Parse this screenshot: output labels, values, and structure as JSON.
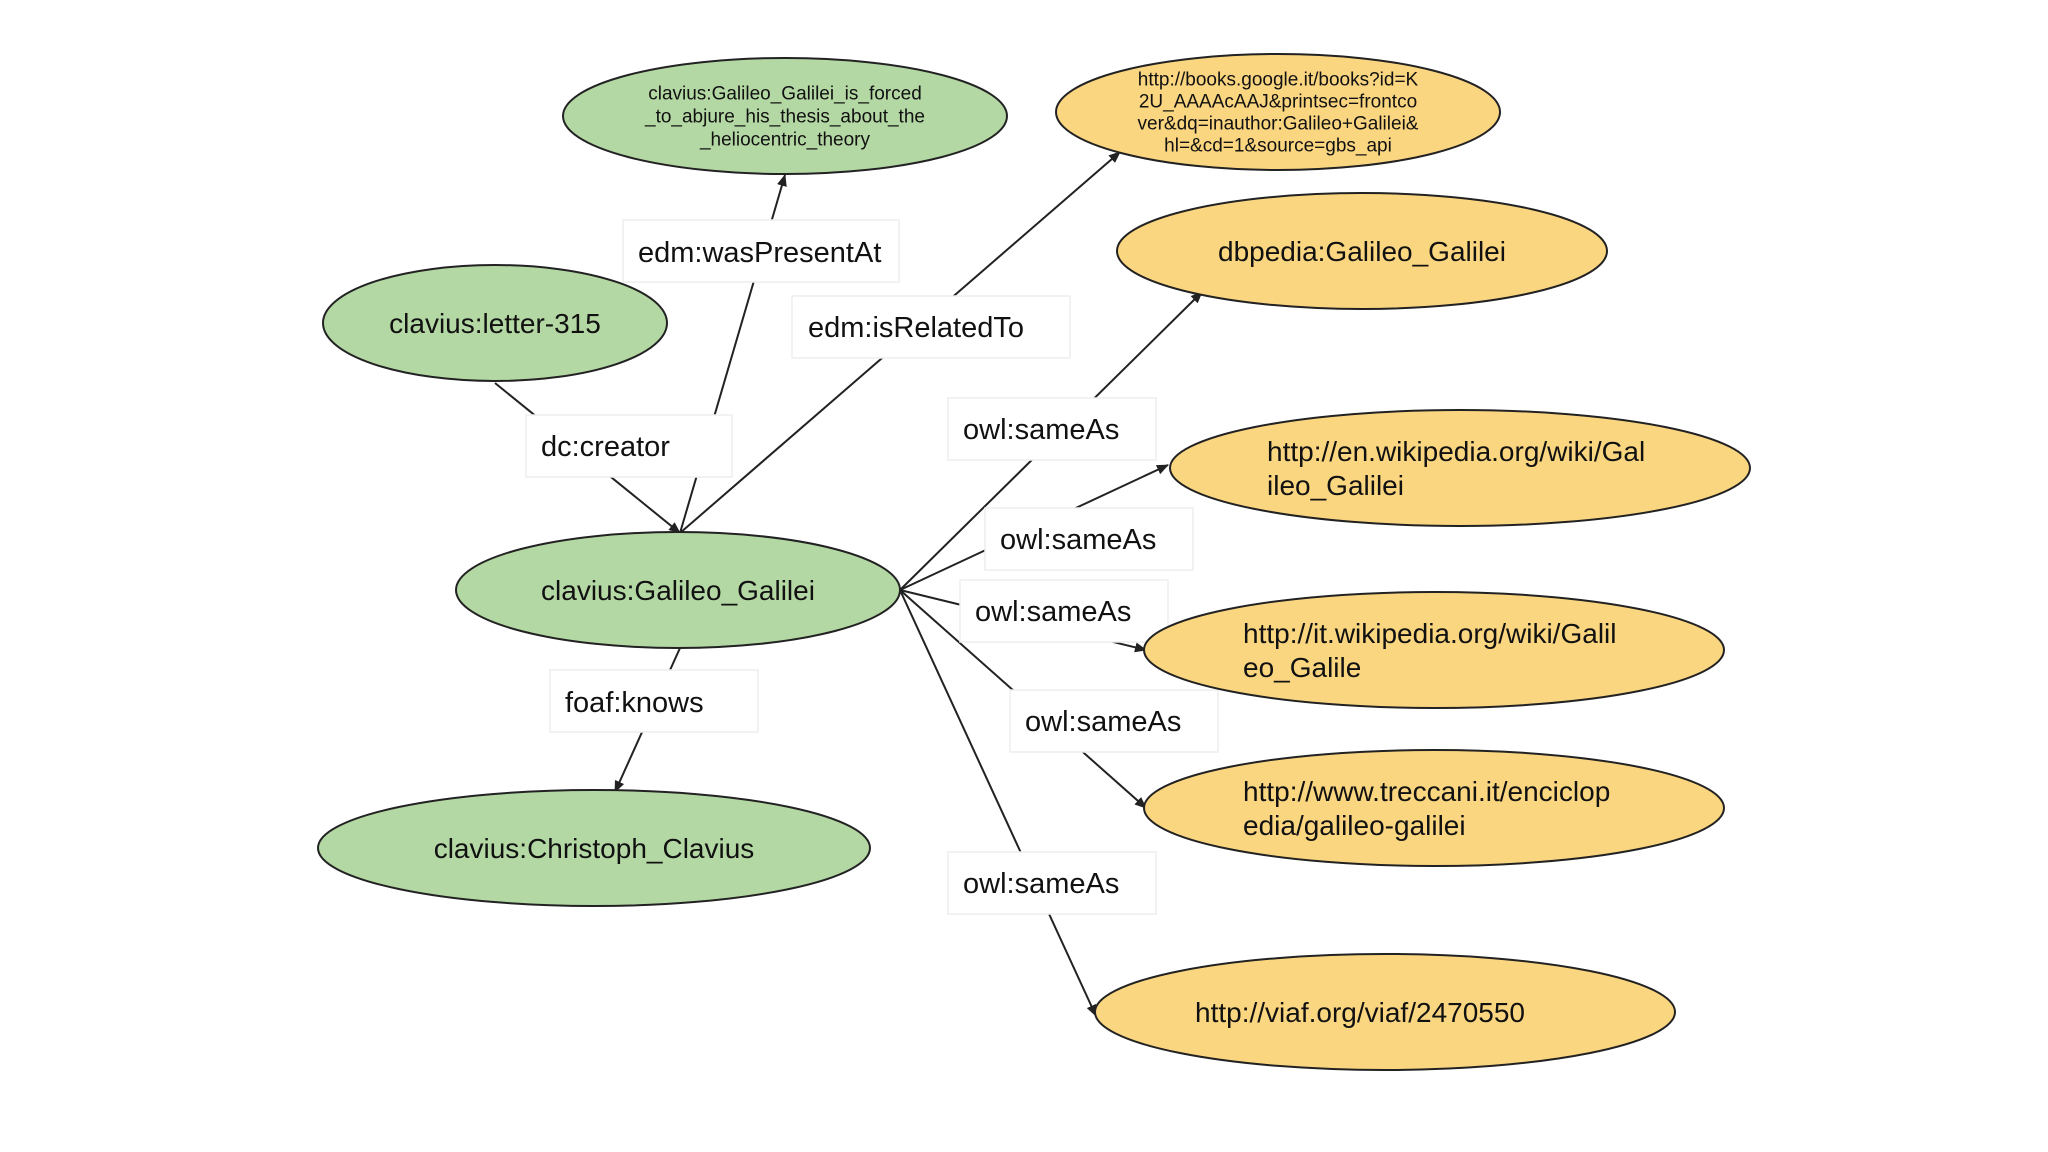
{
  "colors": {
    "local_node_fill": "#b4d8a4",
    "external_node_fill": "#fbd681",
    "node_stroke": "#222222",
    "edge": "#222222"
  },
  "nodes": {
    "abjure": {
      "lines": [
        "clavius:Galileo_Galilei_is_forced",
        "_to_abjure_his_thesis_about_the",
        "_heliocentric_theory"
      ]
    },
    "letter": {
      "lines": [
        "clavius:letter-315"
      ]
    },
    "galileo": {
      "lines": [
        "clavius:Galileo_Galilei"
      ]
    },
    "clavius": {
      "lines": [
        "clavius:Christoph_Clavius"
      ]
    },
    "google": {
      "lines": [
        "http://books.google.it/books?id=K",
        "2U_AAAAcAAJ&printsec=frontco",
        "ver&dq=inauthor:Galileo+Galilei&",
        "hl=&cd=1&source=gbs_api"
      ]
    },
    "dbpedia": {
      "lines": [
        "dbpedia:Galileo_Galilei"
      ]
    },
    "en_wiki": {
      "lines": [
        "http://en.wikipedia.org/wiki/Gal",
        "ileo_Galilei"
      ]
    },
    "it_wiki": {
      "lines": [
        "http://it.wikipedia.org/wiki/Galil",
        "eo_Galile"
      ]
    },
    "treccani": {
      "lines": [
        "http://www.treccani.it/enciclop",
        "edia/galileo-galilei"
      ]
    },
    "viaf": {
      "lines": [
        "http://viaf.org/viaf/2470550"
      ]
    }
  },
  "edges": {
    "was_present_at": "edm:wasPresentAt",
    "is_related_to": "edm:isRelatedTo",
    "creator": "dc:creator",
    "knows": "foaf:knows",
    "same_as_dbpedia": "owl:sameAs",
    "same_as_en_wiki": "owl:sameAs",
    "same_as_it_wiki": "owl:sameAs",
    "same_as_treccani": "owl:sameAs",
    "same_as_viaf": "owl:sameAs"
  }
}
